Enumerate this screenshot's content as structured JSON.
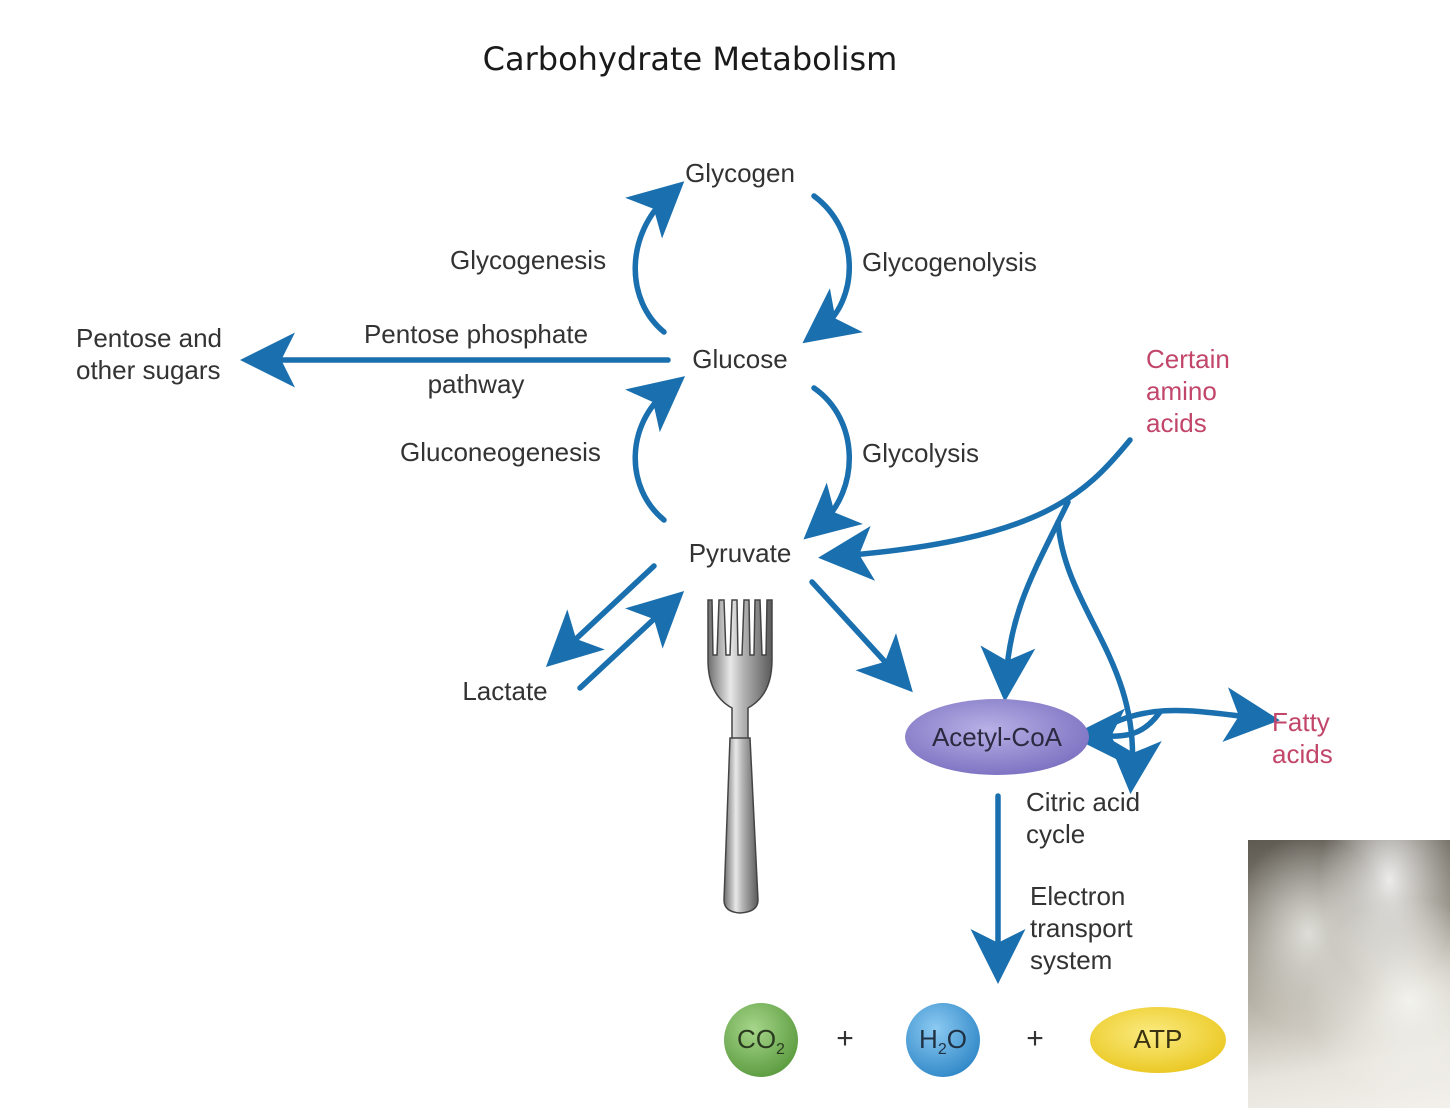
{
  "title": "Carbohydrate Metabolism",
  "nodes": {
    "glycogen": "Glycogen",
    "glucose": "Glucose",
    "pyruvate": "Pyruvate",
    "lactate": "Lactate",
    "acetyl_coa": "Acetyl-CoA",
    "pentose_line1": "Pentose and",
    "pentose_line2": "other sugars",
    "amino_line1": "Certain",
    "amino_line2": "amino",
    "amino_line3": "acids",
    "fatty_line1": "Fatty",
    "fatty_line2": "acids"
  },
  "processes": {
    "glycogenesis": "Glycogenesis",
    "glycogenolysis": "Glycogenolysis",
    "pentose_path_line1": "Pentose phosphate",
    "pentose_path_line2": "pathway",
    "gluconeogenesis": "Gluconeogenesis",
    "glycolysis": "Glycolysis",
    "citric_line1": "Citric acid",
    "citric_line2": "cycle",
    "ets_line1": "Electron",
    "ets_line2": "transport",
    "ets_line3": "system"
  },
  "products": {
    "co2": "CO",
    "co2_sub": "2",
    "h2o_h": "H",
    "h2o_sub": "2",
    "h2o_o": "O",
    "atp": "ATP",
    "plus": "+"
  },
  "colors": {
    "arrow": "#1a6fae",
    "amino_text": "#c2466a",
    "acetyl_fill": "#8f84cc",
    "co2_fill": "#6aa84f",
    "h2o_fill": "#3d9ad8",
    "atp_fill": "#f1d22a"
  }
}
